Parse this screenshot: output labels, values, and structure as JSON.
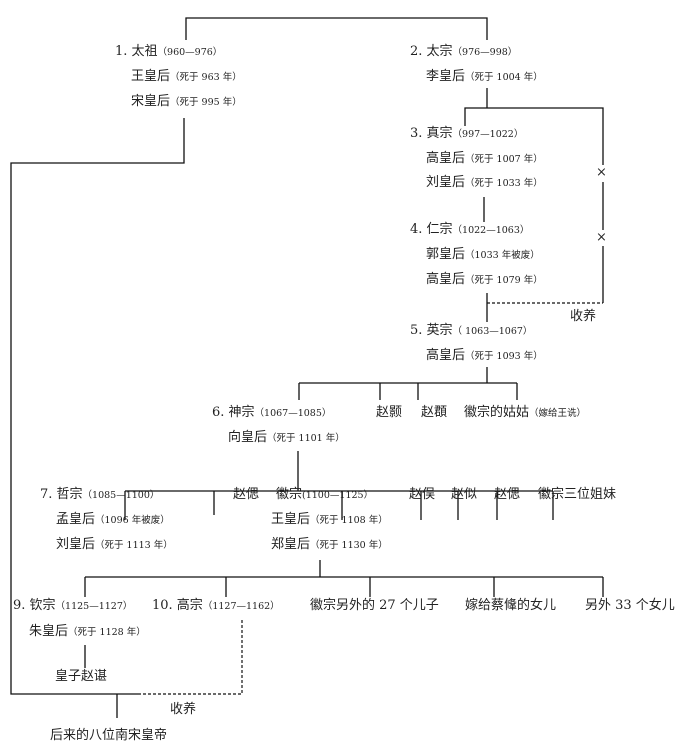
{
  "nodes": {
    "taizu": {
      "name": "1. 太祖",
      "note": "（960—976）"
    },
    "taizu_q1": {
      "name": "王皇后",
      "note": "（死于 963 年）"
    },
    "taizu_q2": {
      "name": "宋皇后",
      "note": "（死于 995 年）"
    },
    "taizong": {
      "name": "2. 太宗",
      "note": "（976—998）"
    },
    "taizong_q1": {
      "name": "李皇后",
      "note": "（死于 1004 年）"
    },
    "zhenzong": {
      "name": "3. 真宗",
      "note": "（997—1022）"
    },
    "zhenzong_q1": {
      "name": "高皇后",
      "note": "（死于 1007 年）"
    },
    "zhenzong_q2": {
      "name": "刘皇后",
      "note": "（死于 1033 年）"
    },
    "renzong": {
      "name": "4. 仁宗",
      "note": "（1022—1063）"
    },
    "renzong_q1": {
      "name": "郭皇后",
      "note": "（1033 年被废）"
    },
    "renzong_q2": {
      "name": "高皇后",
      "note": "（死于 1079 年）"
    },
    "yingzong": {
      "name": "5. 英宗",
      "note": "（ 1063—1067）"
    },
    "yingzong_q1": {
      "name": "高皇后",
      "note": "（死于 1093 年）"
    },
    "shenzong": {
      "name": "6. 神宗",
      "note": "（1067—1085）"
    },
    "shenzong_q1": {
      "name": "向皇后",
      "note": "（死于 1101 年）"
    },
    "zhao_hao": {
      "name": "赵颢"
    },
    "zhao_jun": {
      "name": "赵頵"
    },
    "aunt": {
      "name": "徽宗的姑姑",
      "note": "（嫁给王诜）"
    },
    "zhezong": {
      "name": "7.  哲宗",
      "note": "（1085—1100）"
    },
    "zhezong_q1": {
      "name": "孟皇后",
      "note": "（1096 年被废）"
    },
    "zhezong_q2": {
      "name": "刘皇后",
      "note": "（死于 1113 年）"
    },
    "zhao_si1": {
      "name": "赵偲"
    },
    "huizong": {
      "name": "徽宗",
      "note": "(1100—1125）"
    },
    "huizong_q1": {
      "name": "王皇后",
      "note": "（死于 1108 年）"
    },
    "huizong_q2": {
      "name": "郑皇后",
      "note": "（死于 1130 年）"
    },
    "zhao_si2": {
      "name": "赵俣"
    },
    "zhao_si3": {
      "name": "赵似"
    },
    "zhao_si4": {
      "name": "赵偲"
    },
    "sisters": {
      "name": "徽宗三位姐妹"
    },
    "qinzong": {
      "name": "9.  钦宗",
      "note": "（1125—1127）"
    },
    "qinzong_q1": {
      "name": "朱皇后",
      "note": "（死于 1128 年）"
    },
    "gaozong": {
      "name": "10. 高宗",
      "note": "（1127—1162）"
    },
    "other_sons": {
      "name": "徽宗另外的 27 个儿子"
    },
    "daughter_cai": {
      "name": "嫁给蔡鞗的女儿"
    },
    "other_daughters": {
      "name": "另外 33 个女儿"
    },
    "prince_zhao_chen": {
      "name": "皇子赵谌"
    },
    "later_emperors": {
      "name": "后来的八位南宋皇帝"
    }
  },
  "labels": {
    "adopt_1": "收养",
    "adopt_2": "收养",
    "cross_1": "×",
    "cross_2": "×"
  }
}
